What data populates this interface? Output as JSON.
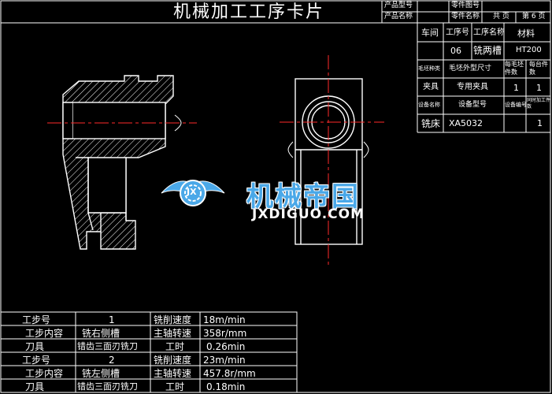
{
  "header": {
    "title": "机械加工工序卡片",
    "product_model_label": "产品型号",
    "product_name_label": "产品名称",
    "part_drawing_label": "零件图号",
    "part_name_label": "零件名称",
    "total_label": "共 页",
    "page_label": "第 6 页"
  },
  "info": {
    "workshop_label": "车间",
    "op_no_label": "工序号",
    "op_name_label": "工序名称",
    "material_label": "材料",
    "op_no": "06",
    "op_name": "铣两槽",
    "material": "HT200",
    "blank_type_label": "毛坯种类",
    "blank_size_label": "毛坯外型尺寸",
    "blank_pieces_label": "每毛坯件数",
    "pieces_per_label": "每台件数",
    "fixture_label": "夹具",
    "fixture": "专用夹具",
    "fixture_q1": "1",
    "fixture_q2": "1",
    "equip_name_label": "设备名称",
    "equip_model_label": "设备型号",
    "equip_no_label": "设备编号",
    "simul_label": "同时加工件数",
    "equip_name": "铣床",
    "equip_model": "XA5032",
    "simul": "1"
  },
  "steps": [
    {
      "no_label": "工步号",
      "no": "1",
      "speed_label": "铣削速度",
      "speed": "18m/min",
      "content_label": "工步内容",
      "content": "铣右侧槽",
      "rpm_label": "主轴转速",
      "rpm": "358r/mm",
      "tool_label": "刀具",
      "tool": "错齿三面刃铣刀",
      "time_label": "工时",
      "time": "0.26min"
    },
    {
      "no_label": "工步号",
      "no": "2",
      "speed_label": "铣削速度",
      "speed": "23m/min",
      "content_label": "工步内容",
      "content": "铣左侧槽",
      "rpm_label": "主轴转速",
      "rpm": "457.8r/mm",
      "tool_label": "刀具",
      "tool": "错齿三面刃铣刀",
      "time_label": "工时",
      "time": "0.18min"
    }
  ],
  "watermark": {
    "cn": "机械帝国",
    "en": "JXDIGUO.COM",
    "logo": "JX"
  },
  "colors": {
    "line": "#ffffff",
    "center": "#ff2a2a",
    "accent": "#4aa8e8"
  }
}
